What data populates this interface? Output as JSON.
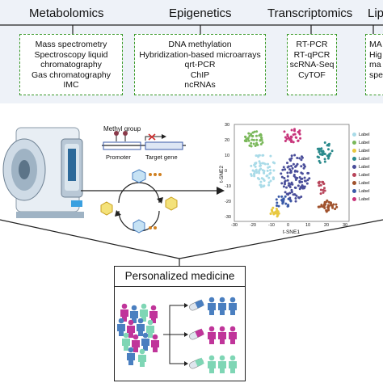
{
  "columns": [
    {
      "title": "Metabolomics",
      "items": [
        "Mass spectrometry",
        "Spectroscopy liquid",
        "chromatography",
        "Gas chromatography",
        "IMC"
      ]
    },
    {
      "title": "Epigenetics",
      "items": [
        "DNA methylation",
        "Hybridization-based microarrays",
        "qrt-PCR",
        "ChIP",
        "ncRNAs"
      ]
    },
    {
      "title": "Transcriptomics",
      "items": [
        "RT-PCR",
        "RT-qPCR",
        "scRNA-Seq",
        "CyTOF"
      ]
    },
    {
      "title": "Lip",
      "items": [
        "MA",
        "Hig",
        "ma",
        "spe"
      ]
    }
  ],
  "epigenetics_diagram": {
    "methyl_group": "Methyl group",
    "promoter": "Promoter",
    "target_gene": "Target gene"
  },
  "tsne": {
    "ylabel": "t-SNE2",
    "xlabel": "t-SNE1",
    "x_ticks": [
      "-30",
      "-20",
      "-10",
      "0",
      "10",
      "20",
      "30"
    ],
    "y_ticks": [
      "30",
      "20",
      "10",
      "0",
      "-10",
      "-20",
      "-30"
    ],
    "legend": [
      "Label",
      "Label",
      "Label",
      "Label",
      "Label",
      "Label",
      "Label",
      "Label",
      "Label"
    ],
    "legend_colors": [
      "#a9dbe8",
      "#7ab85a",
      "#e8c840",
      "#2a8a8c",
      "#4a4e9a",
      "#b8445a",
      "#a0522d",
      "#3a5aa8",
      "#c8347a"
    ]
  },
  "personalized": {
    "title": "Personalized medicine"
  },
  "colors": {
    "accent_green": "#3a9a2a",
    "pink": "#c0359a",
    "blue": "#4a7fc0",
    "mint": "#7fd6b5"
  }
}
